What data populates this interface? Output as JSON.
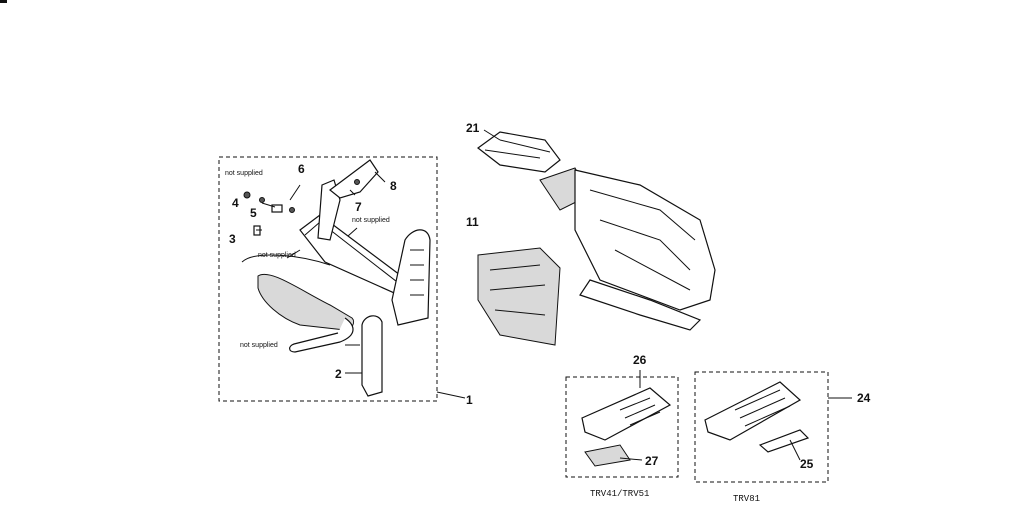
{
  "callouts": {
    "c1": "1",
    "c2": "2",
    "c3": "3",
    "c4": "4",
    "c5": "5",
    "c6": "6",
    "c7": "7",
    "c8": "8",
    "c11": "11",
    "c21": "21",
    "c24": "24",
    "c25": "25",
    "c26": "26",
    "c27": "27"
  },
  "notes": {
    "not_supplied": "not supplied"
  },
  "models": {
    "left": "TRV41/TRV51",
    "right": "TRV81"
  }
}
